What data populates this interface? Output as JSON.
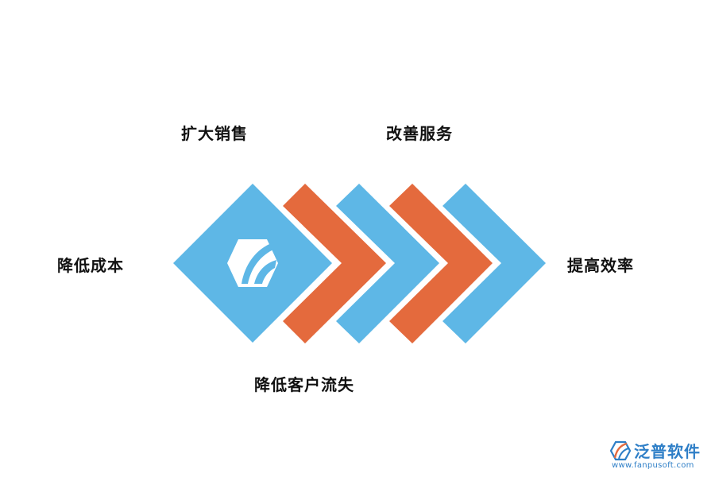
{
  "labels": {
    "left": "降低成本",
    "top1": "扩大销售",
    "top2": "改善服务",
    "bottom": "降低客户流失",
    "right": "提高效率"
  },
  "colors": {
    "blue": "#5EB7E6",
    "orange": "#E46A3D",
    "text": "#111111",
    "brand": "#2F7FC7"
  },
  "center_icon": "hexagon-logo-icon",
  "brand": {
    "name": "泛普软件",
    "url": "www.fanpusoft.com",
    "icon": "fanpu-logo-icon"
  }
}
